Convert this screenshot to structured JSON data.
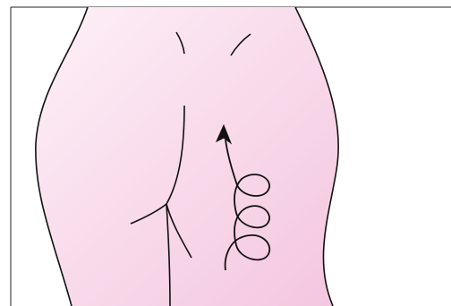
{
  "illustration": {
    "subject": "back-body-outline",
    "arrow_direction": "up",
    "spiral_loops": 3
  },
  "colors": {
    "fill_light": "#fdf0f7",
    "fill_dark": "#f4c6df",
    "stroke": "#111111",
    "border": "#222222",
    "background": "#ffffff"
  }
}
